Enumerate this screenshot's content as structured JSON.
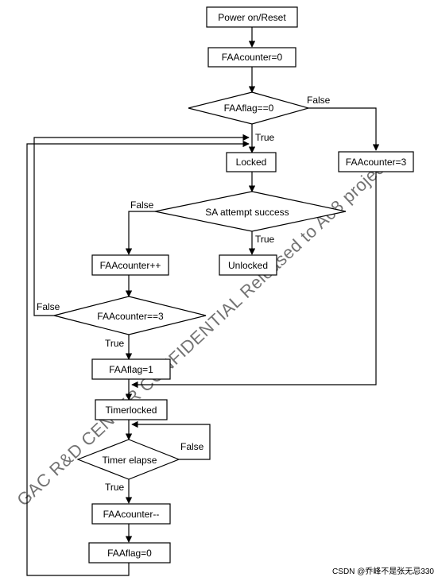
{
  "nodes": {
    "power_on": "Power on/Reset",
    "init_counter": "FAAcounter=0",
    "flag_check": "FAAflag==0",
    "locked": "Locked",
    "set_counter3": "FAAcounter=3",
    "sa_attempt": "SA attempt success",
    "counter_inc": "FAAcounter++",
    "unlocked": "Unlocked",
    "counter_check": "FAAcounter==3",
    "flag_set1": "FAAflag=1",
    "timerlocked": "Timerlocked",
    "timer_elapse": "Timer elapse",
    "counter_dec": "FAAcounter--",
    "flag_set0": "FAAflag=0"
  },
  "edge_labels": {
    "flag_false": "False",
    "flag_true": "True",
    "sa_false": "False",
    "sa_true": "True",
    "count_false": "False",
    "count_true": "True",
    "timer_false": "False",
    "timer_true": "True"
  },
  "watermark": "GAC R&D CENTER CONFIDENTIAL Released to A08 project",
  "credit": "CSDN @乔峰不是张无忌330"
}
